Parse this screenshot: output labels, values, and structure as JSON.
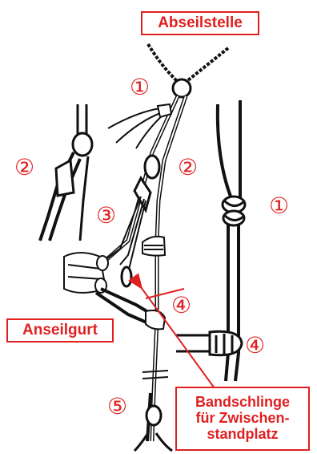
{
  "labels": {
    "abseilstelle": "Abseilstelle",
    "anseilgurt": "Anseilgurt",
    "bandschlinge_line1": "Bandschlinge",
    "bandschlinge_line2": "für Zwischen-",
    "bandschlinge_line3": "standplatz"
  },
  "markers": {
    "m1_top": "①",
    "m1_right": "①",
    "m2_left": "②",
    "m2_center": "②",
    "m3": "③",
    "m4_mid": "④",
    "m4_right": "④",
    "m5": "⑤"
  },
  "colors": {
    "accent": "#e02020",
    "ink": "#111111"
  }
}
